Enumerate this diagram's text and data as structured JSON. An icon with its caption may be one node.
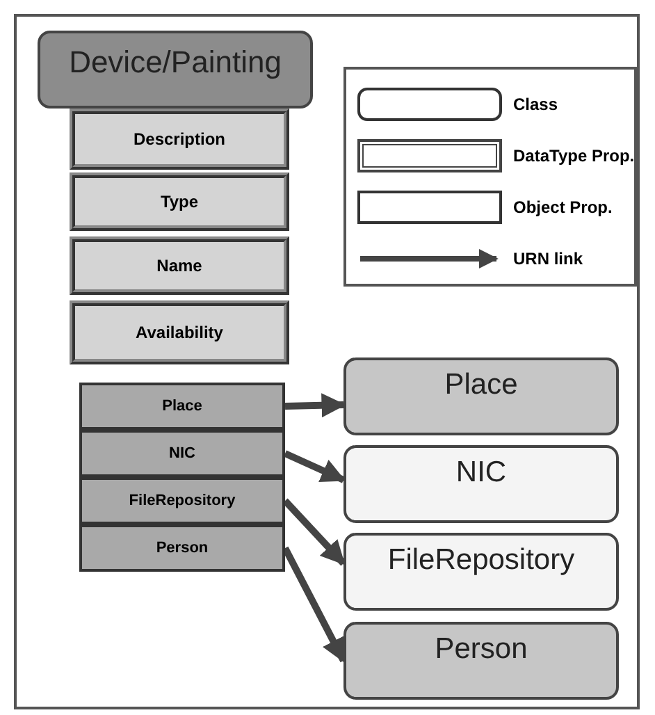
{
  "diagram": {
    "nodes": [
      {
        "text": [
          "Device/Painting"
        ]
      },
      {
        "text": [
          "Description"
        ]
      },
      {
        "text": [
          "Type"
        ]
      },
      {
        "text": [
          "Name"
        ]
      },
      {
        "text": [
          "Availability"
        ]
      },
      {
        "text": [
          "Place"
        ]
      },
      {
        "text": [
          "NIC"
        ]
      },
      {
        "text": [
          "FileRepository"
        ]
      },
      {
        "text": [
          "Person"
        ]
      },
      {
        "text": [
          "Place"
        ]
      },
      {
        "text": [
          "NIC"
        ]
      },
      {
        "text": [
          "FileRepository"
        ]
      },
      {
        "text": [
          "Person"
        ]
      }
    ],
    "edges": [
      {
        "from": 5,
        "to": 9,
        "arrow": "to"
      },
      {
        "from": 6,
        "to": 10,
        "arrow": "to"
      },
      {
        "from": 7,
        "to": 11,
        "arrow": "to"
      },
      {
        "from": 8,
        "to": 12,
        "arrow": "to"
      }
    ],
    "legend": [
      {
        "text": "Class"
      },
      {
        "text": "DataType Prop."
      },
      {
        "text": "Object Prop."
      },
      {
        "text": "URN link"
      }
    ]
  }
}
